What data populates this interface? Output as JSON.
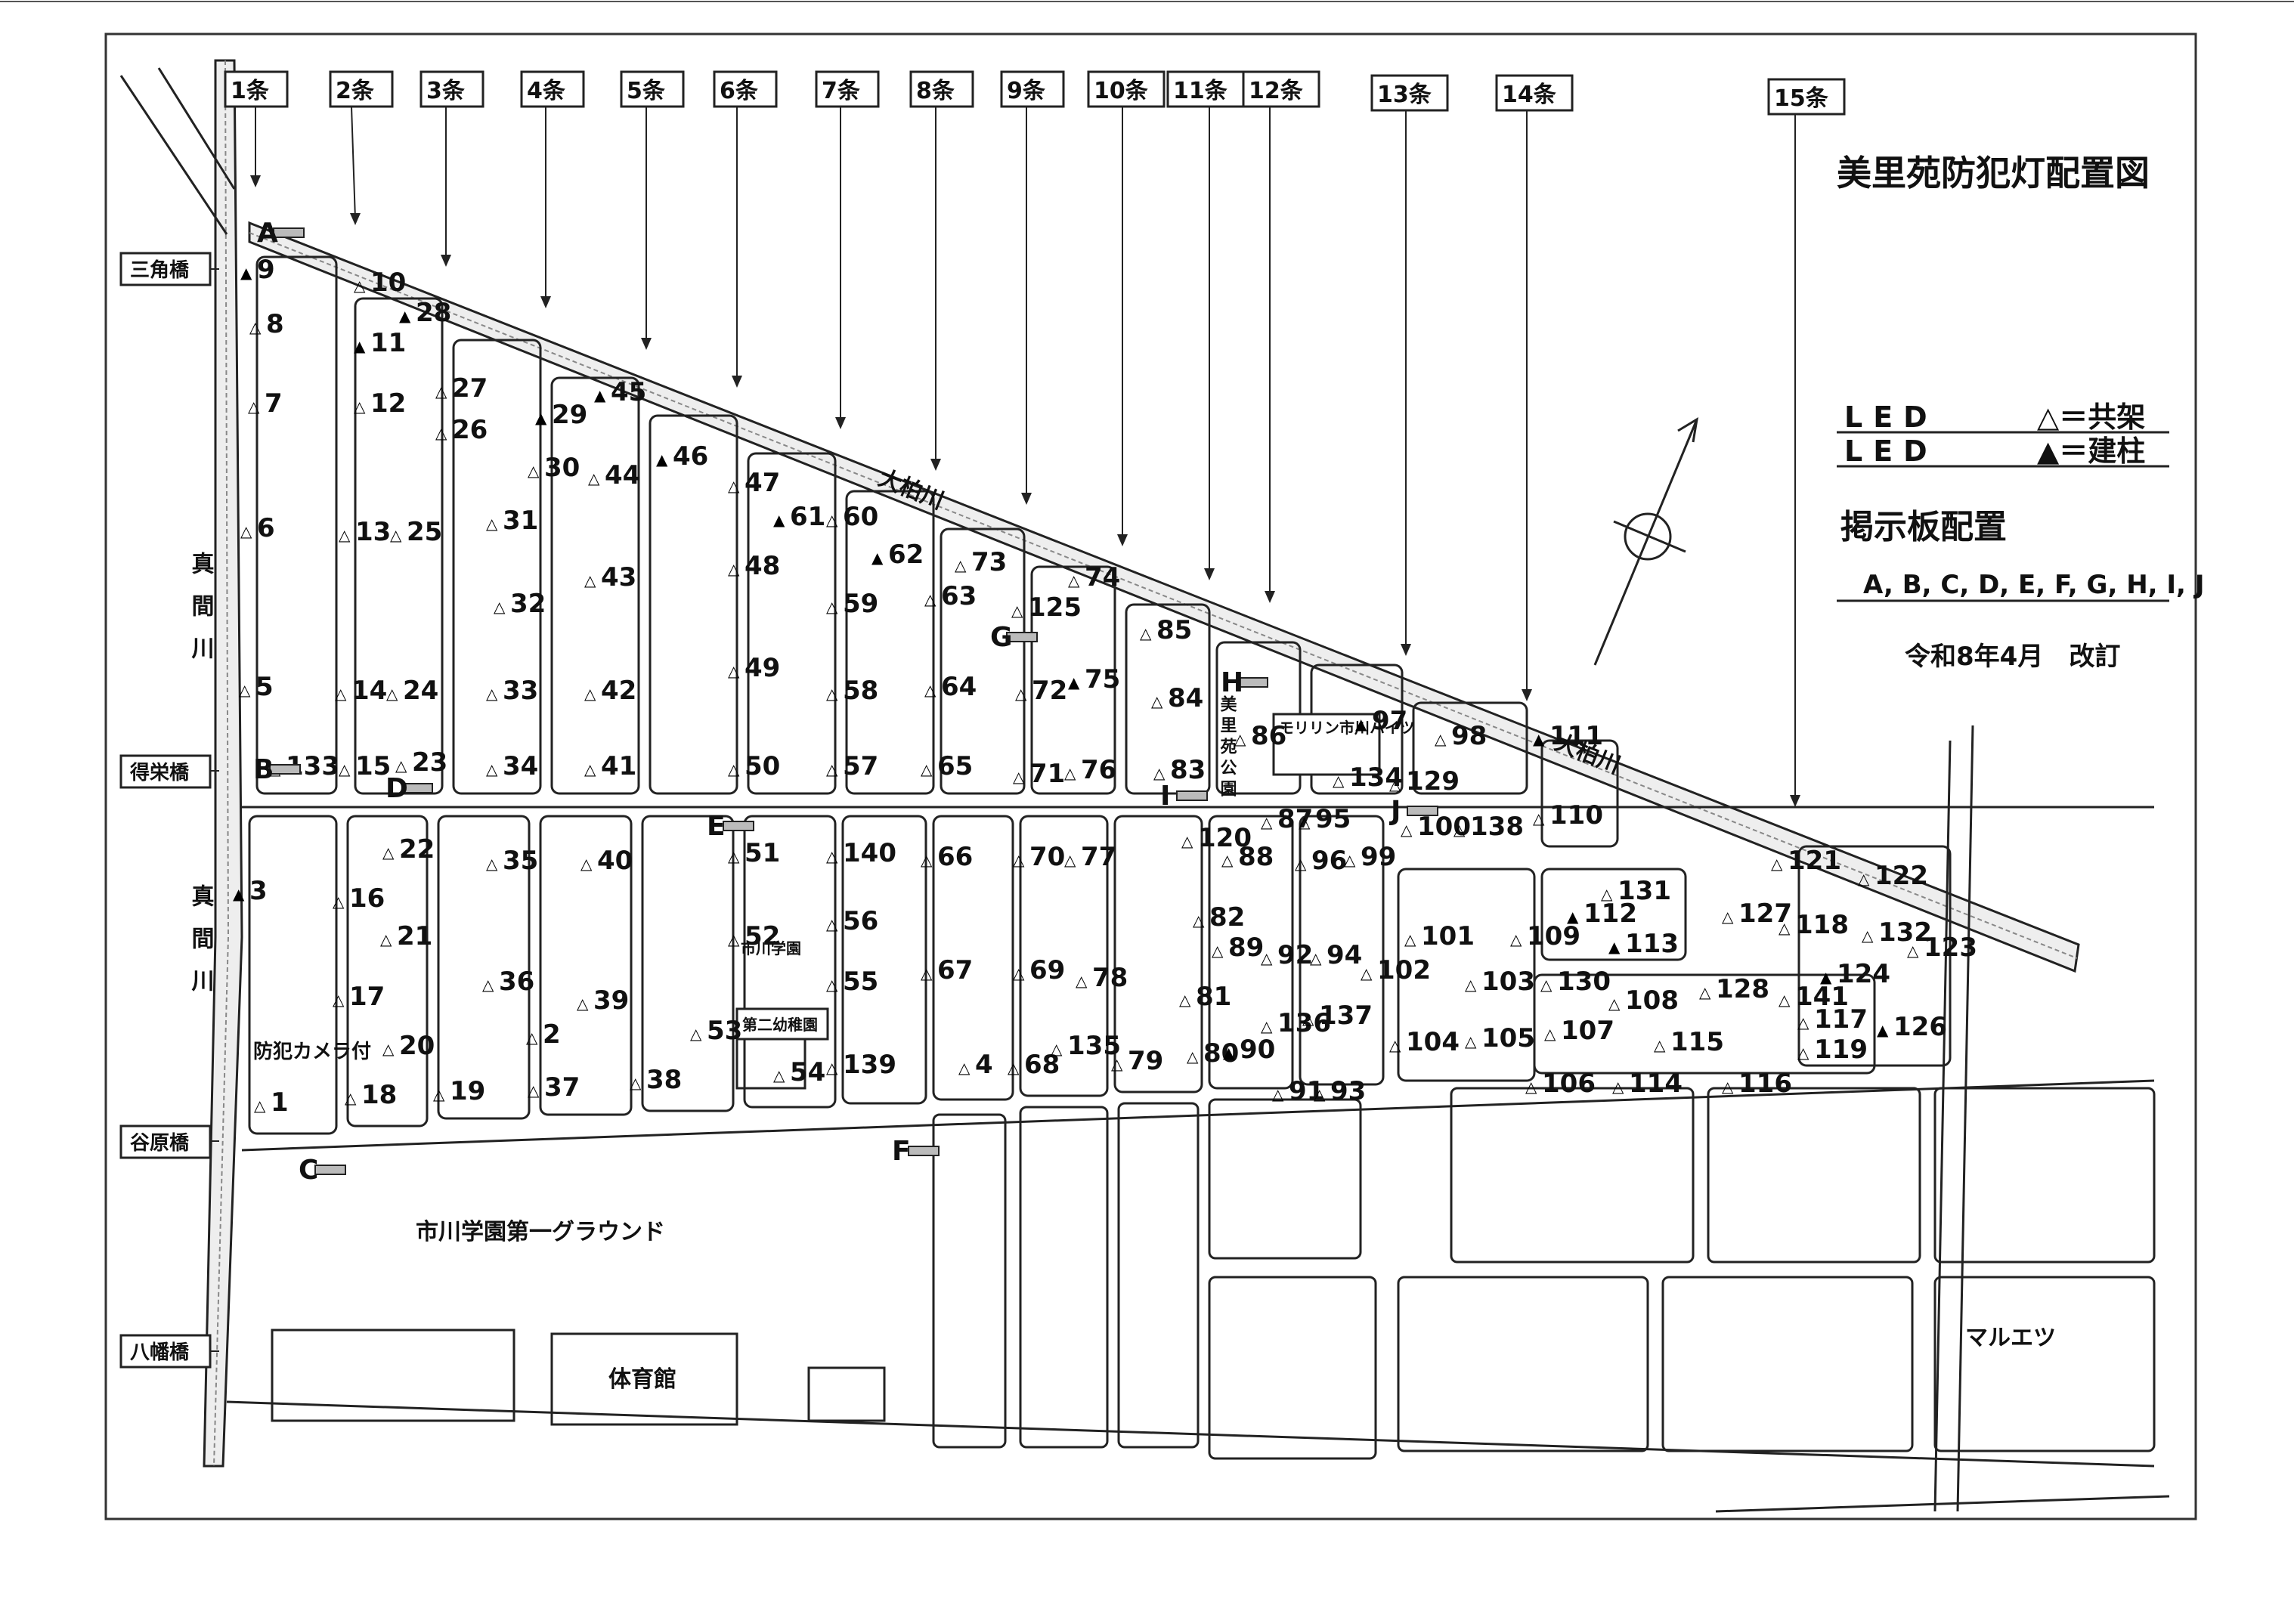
{
  "title": "美里苑防犯灯配置図",
  "legend": {
    "row1_kind": "LED",
    "row1_symbol": "△＝共架",
    "row2_kind": "LED",
    "row2_symbol": "▲＝建柱"
  },
  "boards": {
    "heading": "掲示板配置",
    "list": "A, B, C, D, E, F, G, H, I, J"
  },
  "revision": "令和8年4月　改訂",
  "streets": [
    "1条",
    "2条",
    "3条",
    "4条",
    "5条",
    "6条",
    "7条",
    "8条",
    "9条",
    "10条",
    "11条",
    "12条",
    "13条",
    "14条",
    "15条"
  ],
  "bridges": [
    "三角橋",
    "得栄橋",
    "谷原橋",
    "八幡橋"
  ],
  "rivers": {
    "upper": "大柏川",
    "side_top": "真間川",
    "side_bottom": "真間川"
  },
  "places": {
    "ground": "市川学園第一グラウンド",
    "gym": "体育館",
    "gakuen": "市川学園",
    "kindergarten": "第二幼稚園",
    "marunetsu": "マルエツ",
    "park": "美里苑公園",
    "heights": "モリリン市川ハイツ",
    "camera": "防犯カメラ付"
  },
  "lamps": [
    {
      "n": "1",
      "t": "a"
    },
    {
      "n": "2",
      "t": "a"
    },
    {
      "n": "3",
      "t": "b"
    },
    {
      "n": "4",
      "t": "a"
    },
    {
      "n": "5",
      "t": "a"
    },
    {
      "n": "6",
      "t": "a"
    },
    {
      "n": "7",
      "t": "a"
    },
    {
      "n": "8",
      "t": "a"
    },
    {
      "n": "9",
      "t": "b"
    },
    {
      "n": "10",
      "t": "a"
    },
    {
      "n": "11",
      "t": "b"
    },
    {
      "n": "12",
      "t": "a"
    },
    {
      "n": "13",
      "t": "a"
    },
    {
      "n": "14",
      "t": "a"
    },
    {
      "n": "15",
      "t": "a"
    },
    {
      "n": "16",
      "t": "a"
    },
    {
      "n": "17",
      "t": "a"
    },
    {
      "n": "18",
      "t": "a"
    },
    {
      "n": "19",
      "t": "a"
    },
    {
      "n": "20",
      "t": "a"
    },
    {
      "n": "21",
      "t": "a"
    },
    {
      "n": "22",
      "t": "a"
    },
    {
      "n": "23",
      "t": "a"
    },
    {
      "n": "24",
      "t": "a"
    },
    {
      "n": "25",
      "t": "a"
    },
    {
      "n": "26",
      "t": "a"
    },
    {
      "n": "27",
      "t": "a"
    },
    {
      "n": "28",
      "t": "b"
    },
    {
      "n": "29",
      "t": "b"
    },
    {
      "n": "30",
      "t": "a"
    },
    {
      "n": "31",
      "t": "a"
    },
    {
      "n": "32",
      "t": "a"
    },
    {
      "n": "33",
      "t": "a"
    },
    {
      "n": "34",
      "t": "a"
    },
    {
      "n": "35",
      "t": "a"
    },
    {
      "n": "36",
      "t": "a"
    },
    {
      "n": "37",
      "t": "a"
    },
    {
      "n": "38",
      "t": "a"
    },
    {
      "n": "39",
      "t": "a"
    },
    {
      "n": "40",
      "t": "a"
    },
    {
      "n": "41",
      "t": "a"
    },
    {
      "n": "42",
      "t": "a"
    },
    {
      "n": "43",
      "t": "a"
    },
    {
      "n": "44",
      "t": "a"
    },
    {
      "n": "45",
      "t": "b"
    },
    {
      "n": "46",
      "t": "b"
    },
    {
      "n": "47",
      "t": "a"
    },
    {
      "n": "48",
      "t": "a"
    },
    {
      "n": "49",
      "t": "a"
    },
    {
      "n": "50",
      "t": "a"
    },
    {
      "n": "51",
      "t": "a"
    },
    {
      "n": "52",
      "t": "a"
    },
    {
      "n": "53",
      "t": "a"
    },
    {
      "n": "54",
      "t": "a"
    },
    {
      "n": "55",
      "t": "a"
    },
    {
      "n": "56",
      "t": "a"
    },
    {
      "n": "57",
      "t": "a"
    },
    {
      "n": "58",
      "t": "a"
    },
    {
      "n": "59",
      "t": "a"
    },
    {
      "n": "60",
      "t": "a"
    },
    {
      "n": "61",
      "t": "b"
    },
    {
      "n": "62",
      "t": "b"
    },
    {
      "n": "63",
      "t": "a"
    },
    {
      "n": "64",
      "t": "a"
    },
    {
      "n": "65",
      "t": "a"
    },
    {
      "n": "66",
      "t": "a"
    },
    {
      "n": "67",
      "t": "a"
    },
    {
      "n": "68",
      "t": "a"
    },
    {
      "n": "69",
      "t": "a"
    },
    {
      "n": "70",
      "t": "a"
    },
    {
      "n": "71",
      "t": "a"
    },
    {
      "n": "72",
      "t": "a"
    },
    {
      "n": "73",
      "t": "a"
    },
    {
      "n": "74",
      "t": "a"
    },
    {
      "n": "75",
      "t": "b"
    },
    {
      "n": "76",
      "t": "a"
    },
    {
      "n": "77",
      "t": "a"
    },
    {
      "n": "78",
      "t": "a"
    },
    {
      "n": "79",
      "t": "a"
    },
    {
      "n": "80",
      "t": "a"
    },
    {
      "n": "81",
      "t": "a"
    },
    {
      "n": "82",
      "t": "a"
    },
    {
      "n": "83",
      "t": "a"
    },
    {
      "n": "84",
      "t": "a"
    },
    {
      "n": "85",
      "t": "a"
    },
    {
      "n": "86",
      "t": "a"
    },
    {
      "n": "87",
      "t": "a"
    },
    {
      "n": "88",
      "t": "a"
    },
    {
      "n": "89",
      "t": "a"
    },
    {
      "n": "90",
      "t": "b"
    },
    {
      "n": "91",
      "t": "a"
    },
    {
      "n": "92",
      "t": "a"
    },
    {
      "n": "93",
      "t": "a"
    },
    {
      "n": "94",
      "t": "a"
    },
    {
      "n": "95",
      "t": "a"
    },
    {
      "n": "96",
      "t": "a"
    },
    {
      "n": "97",
      "t": "b"
    },
    {
      "n": "98",
      "t": "a"
    },
    {
      "n": "99",
      "t": "a"
    },
    {
      "n": "100",
      "t": "a"
    },
    {
      "n": "101",
      "t": "a"
    },
    {
      "n": "102",
      "t": "a"
    },
    {
      "n": "103",
      "t": "a"
    },
    {
      "n": "104",
      "t": "a"
    },
    {
      "n": "105",
      "t": "a"
    },
    {
      "n": "106",
      "t": "a"
    },
    {
      "n": "107",
      "t": "a"
    },
    {
      "n": "108",
      "t": "a"
    },
    {
      "n": "109",
      "t": "a"
    },
    {
      "n": "110",
      "t": "a"
    },
    {
      "n": "111",
      "t": "b"
    },
    {
      "n": "112",
      "t": "b"
    },
    {
      "n": "113",
      "t": "b"
    },
    {
      "n": "114",
      "t": "a"
    },
    {
      "n": "115",
      "t": "a"
    },
    {
      "n": "116",
      "t": "a"
    },
    {
      "n": "117",
      "t": "a"
    },
    {
      "n": "118",
      "t": "a"
    },
    {
      "n": "119",
      "t": "a"
    },
    {
      "n": "120",
      "t": "a"
    },
    {
      "n": "121",
      "t": "a"
    },
    {
      "n": "122",
      "t": "a"
    },
    {
      "n": "123",
      "t": "a"
    },
    {
      "n": "124",
      "t": "b"
    },
    {
      "n": "125",
      "t": "a"
    },
    {
      "n": "126",
      "t": "b"
    },
    {
      "n": "127",
      "t": "a"
    },
    {
      "n": "128",
      "t": "a"
    },
    {
      "n": "129",
      "t": "a"
    },
    {
      "n": "130",
      "t": "a"
    },
    {
      "n": "131",
      "t": "a"
    },
    {
      "n": "132",
      "t": "a"
    },
    {
      "n": "133",
      "t": "a"
    },
    {
      "n": "134",
      "t": "a"
    },
    {
      "n": "135",
      "t": "a"
    },
    {
      "n": "136",
      "t": "a"
    },
    {
      "n": "137",
      "t": "a"
    },
    {
      "n": "138",
      "t": "a"
    },
    {
      "n": "139",
      "t": "a"
    },
    {
      "n": "140",
      "t": "a"
    },
    {
      "n": "141",
      "t": "a"
    }
  ],
  "lamp_symbols": {
    "a": "△",
    "b": "▲"
  },
  "board_labels": [
    "A",
    "B",
    "C",
    "D",
    "E",
    "F",
    "G",
    "H",
    "I",
    "J"
  ]
}
